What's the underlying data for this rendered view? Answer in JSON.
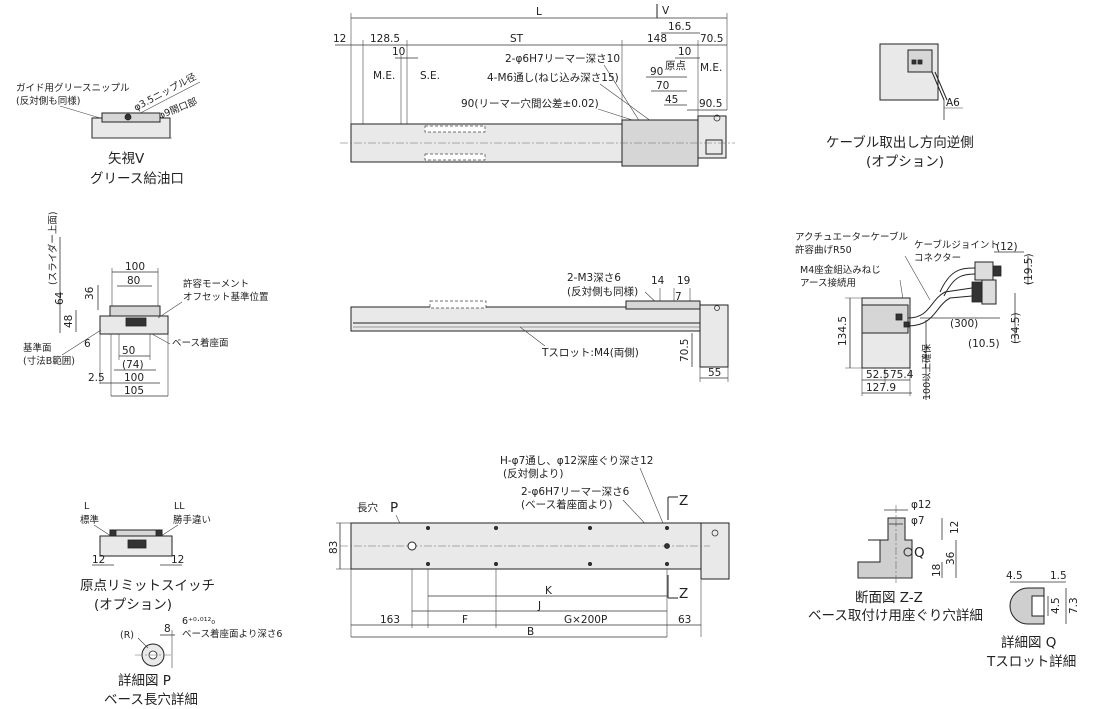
{
  "top_view": {
    "dims": {
      "L": "L",
      "twelve": "12",
      "d128_5": "128.5",
      "ten_a": "10",
      "ST": "ST",
      "d148": "148",
      "d16_5": "16.5",
      "ten_b": "10",
      "d70_5": "70.5",
      "me_a": "M.E.",
      "se": "S.E.",
      "origin": "原点",
      "me_b": "M.E.",
      "d90": "90",
      "d70": "70",
      "d45": "45",
      "d90_5": "90.5",
      "V": "V"
    },
    "notes": {
      "reamer_holes": "2-φ6H7リーマー深さ10",
      "m6": "4-M6通し(ねじ込み深さ15)",
      "reamer_pitch": "90(リーマー穴間公差±0.02)"
    }
  },
  "view_v": {
    "note1": "ガイド用グリースニップル",
    "note2": "(反対側も同様)",
    "nipple": "φ3.5ニップル径",
    "opening": "φ9開口部",
    "title1": "矢視V",
    "title2": "グリース給油口"
  },
  "cable_reverse": {
    "a6": "A6",
    "title1": "ケーブル取出し方向逆側",
    "title2": "(オプション)"
  },
  "section": {
    "d100": "100",
    "d80": "80",
    "d36": "36",
    "d64": "64",
    "slider_top": "(スライダー上面)",
    "d48": "48",
    "d6": "6",
    "d50": "50",
    "d74": "(74)",
    "d2_5": "2.5",
    "d100b": "100",
    "d105": "105",
    "moment1": "許容モーメント",
    "moment2": "オフセット基準位置",
    "base_face": "ベース着座面",
    "ref1": "基準面",
    "ref2": "(寸法B範囲)"
  },
  "side_view": {
    "m3_1": "2-M3深さ6",
    "m3_2": "(反対側も同様)",
    "d14": "14",
    "d19": "19",
    "d7": "7",
    "tslot": "Tスロット:M4(両側)",
    "d70_5": "70.5",
    "d55": "55"
  },
  "cable_side": {
    "actuator1": "アクチュエーターケーブル",
    "actuator2": "許容曲げR50",
    "joint1": "ケーブルジョイント",
    "joint2": "コネクター",
    "m4_1": "M4座金組込みねじ",
    "m4_2": "アース接続用",
    "d12": "(12)",
    "d19_5": "(19.5)",
    "d300": "(300)",
    "d34_5": "(34.5)",
    "d10_5": "(10.5)",
    "d134_5": "134.5",
    "d52_5": "52.5",
    "d75_4": "75.4",
    "d127_9": "127.9",
    "d100up": "100以上確保"
  },
  "limit_switch": {
    "L": "L",
    "std": "標準",
    "LL": "LL",
    "rev": "勝手違い",
    "d12a": "12",
    "d12b": "12",
    "title1": "原点リミットスイッチ",
    "title2": "(オプション)"
  },
  "detail_p": {
    "R": "(R)",
    "d8": "8",
    "d6tol": "6⁺⁰·⁰¹²₀",
    "depth": "ベース着座面より深さ6",
    "title1": "詳細図 P",
    "title2": "ベース長穴詳細"
  },
  "bottom_view": {
    "hole_note1": "H-φ7通し、φ12深座ぐり深さ12",
    "hole_note2": "(反対側より)",
    "reamer1": "2-φ6H7リーマー深さ6",
    "reamer2": "(ベース着座面より)",
    "slot": "長穴",
    "P": "P",
    "Z1": "Z",
    "Z2": "Z",
    "d83": "83",
    "K": "K",
    "J": "J",
    "d163": "163",
    "F": "F",
    "G": "G×200P",
    "d63": "63",
    "B": "B"
  },
  "section_zz": {
    "d12": "φ12",
    "d7": "φ7",
    "Q": "Q",
    "d12v": "12",
    "d36": "36",
    "d18": "18",
    "title1": "断面図 Z-Z",
    "title2": "ベース取付け用座ぐり穴詳細"
  },
  "detail_q": {
    "d4_5a": "4.5",
    "d1_5": "1.5",
    "d4_5b": "4.5",
    "d7_3": "7.3",
    "title1": "詳細図 Q",
    "title2": "Tスロット詳細"
  }
}
